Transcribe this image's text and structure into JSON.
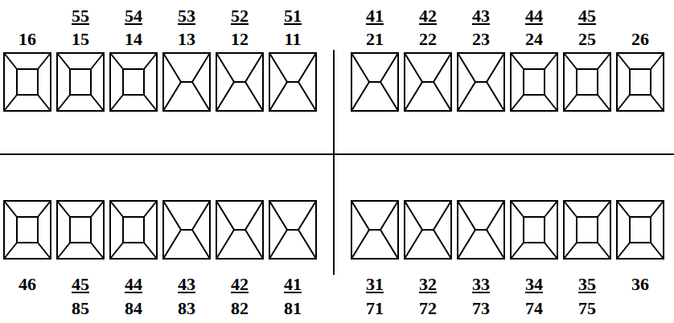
{
  "diagram": {
    "labels": [
      "55",
      "54",
      "53",
      "52",
      "51",
      "41",
      "42",
      "43",
      "44",
      "45",
      "16",
      "15",
      "14",
      "13",
      "12",
      "11",
      "21",
      "22",
      "23",
      "24",
      "25",
      "26",
      "46",
      "45",
      "44",
      "43",
      "42",
      "41",
      "31",
      "32",
      "33",
      "34",
      "35",
      "36",
      "85",
      "84",
      "83",
      "82",
      "81",
      "71",
      "72",
      "73",
      "74",
      "75"
    ]
  }
}
